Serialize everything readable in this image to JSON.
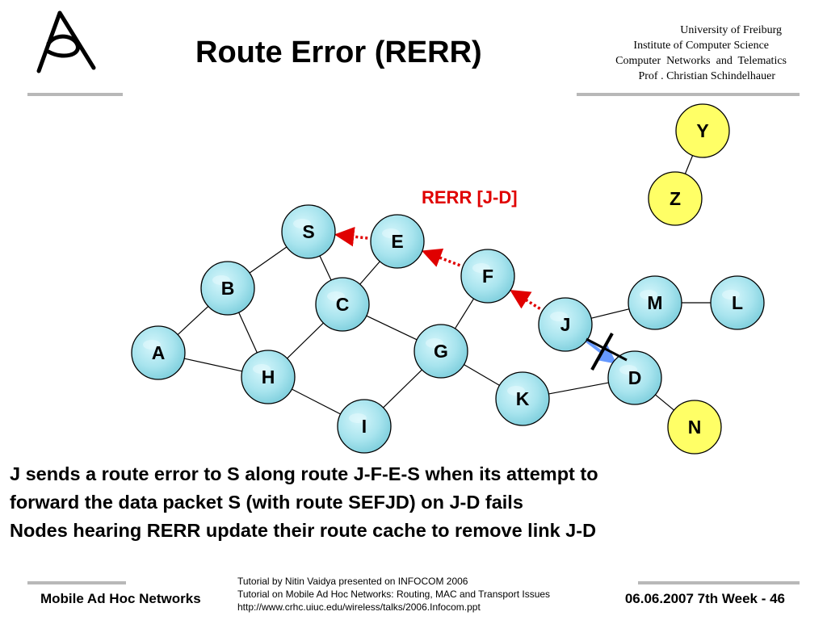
{
  "header": {
    "title": "Route Error (RERR)",
    "institution": [
      "University of Freiburg",
      "Institute of Computer Science",
      "Computer  Networks  and  Telematics",
      "Prof . Christian Schindelhauer"
    ]
  },
  "diagram": {
    "rerr_label": "RERR [J-D]",
    "nodes": [
      {
        "id": "S",
        "style": "blue"
      },
      {
        "id": "E",
        "style": "blue"
      },
      {
        "id": "F",
        "style": "blue"
      },
      {
        "id": "B",
        "style": "blue"
      },
      {
        "id": "C",
        "style": "blue"
      },
      {
        "id": "M",
        "style": "blue"
      },
      {
        "id": "L",
        "style": "blue"
      },
      {
        "id": "J",
        "style": "blue"
      },
      {
        "id": "A",
        "style": "blue"
      },
      {
        "id": "G",
        "style": "blue"
      },
      {
        "id": "H",
        "style": "blue"
      },
      {
        "id": "D",
        "style": "blue"
      },
      {
        "id": "K",
        "style": "blue"
      },
      {
        "id": "I",
        "style": "blue"
      },
      {
        "id": "N",
        "style": "yellow"
      },
      {
        "id": "Y",
        "style": "yellow"
      },
      {
        "id": "Z",
        "style": "yellow"
      }
    ],
    "links": [
      [
        "S",
        "B"
      ],
      [
        "S",
        "C"
      ],
      [
        "E",
        "C"
      ],
      [
        "B",
        "A"
      ],
      [
        "B",
        "H"
      ],
      [
        "A",
        "H"
      ],
      [
        "C",
        "H"
      ],
      [
        "C",
        "G"
      ],
      [
        "H",
        "I"
      ],
      [
        "I",
        "G"
      ],
      [
        "G",
        "F"
      ],
      [
        "G",
        "K"
      ],
      [
        "K",
        "D"
      ],
      [
        "J",
        "M"
      ],
      [
        "M",
        "L"
      ],
      [
        "D",
        "N"
      ],
      [
        "Y",
        "Z"
      ]
    ],
    "rerr_path": [
      [
        "J",
        "F"
      ],
      [
        "F",
        "E"
      ],
      [
        "E",
        "S"
      ]
    ],
    "broken_link": [
      "J",
      "D"
    ],
    "colors": {
      "node_blue": "#a8e4ee",
      "node_yellow": "#ffff66",
      "rerr": "#e00000",
      "broken_link": "#6699ff"
    }
  },
  "body": {
    "lines": [
      "J sends a route error to S along route J-F-E-S when its attempt to",
      "forward the data packet S (with route SEFJD) on J-D fails",
      "Nodes hearing RERR update their route cache to remove link J-D"
    ]
  },
  "footer": {
    "left": "Mobile Ad Hoc Networks",
    "middle": [
      "Tutorial by Nitin Vaidya presented on INFOCOM 2006",
      "Tutorial on Mobile Ad Hoc Networks: Routing, MAC and Transport Issues",
      "http://www.crhc.uiuc.edu/wireless/talks/2006.Infocom.ppt"
    ],
    "right": "06.06.2007 7th Week - 46"
  }
}
